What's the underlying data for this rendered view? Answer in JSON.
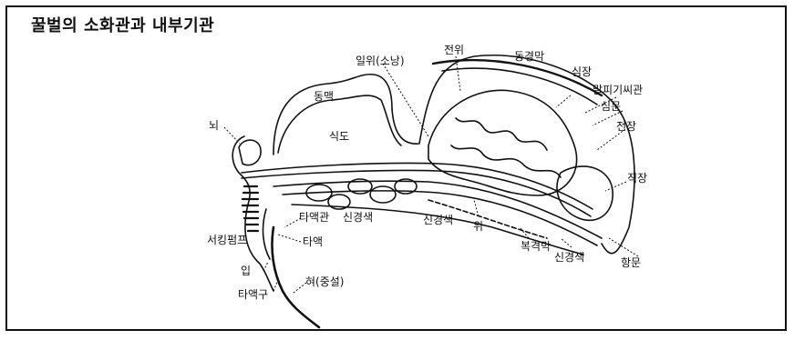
{
  "title": "꿀벌의 소화관과 내부기관",
  "labels": {
    "nwe": "뇌",
    "dongmaek": "동맥",
    "ilwi": "일위(소낭)",
    "jeonwi": "전위",
    "donggyeongmak": "동경막",
    "simjang": "심장",
    "malpigi": "말피기씨관",
    "simmun": "심문",
    "sikdo": "식도",
    "jeonjang": "전장",
    "jikjang": "직장",
    "taekgwan": "타액관",
    "singyeongsaek1": "신경색",
    "singyeongsaek2": "신경색",
    "wi": "위",
    "seokingpump": "서킹펌프",
    "taek": "타액",
    "bokgyeokmak": "복격막",
    "singyeongsaek3": "신경색",
    "hangmun": "항문",
    "ip": "입",
    "taekgu": "타액구",
    "hyeo": "혀(중설)"
  },
  "colors": {
    "ink": "#111111",
    "paper": "#ffffff"
  }
}
